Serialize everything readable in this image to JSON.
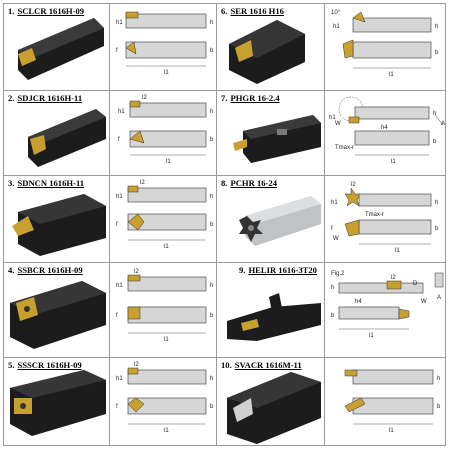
{
  "tools": [
    {
      "num": "1.",
      "code": "SCLCR 1616H-09"
    },
    {
      "num": "2.",
      "code": "SDJCR 1616H-11"
    },
    {
      "num": "3.",
      "code": "SDNCN 1616H-11"
    },
    {
      "num": "4.",
      "code": "SSBCR 1616H-09"
    },
    {
      "num": "5.",
      "code": "SSSCR 1616H-09"
    },
    {
      "num": "6.",
      "code": "SER 1616 H16"
    },
    {
      "num": "7.",
      "code": "PHGR 16-2.4"
    },
    {
      "num": "8.",
      "code": "PCHR 16-24"
    },
    {
      "num": "9.",
      "code": "HELIR 1616-3T20"
    },
    {
      "num": "10.",
      "code": "SVACR 1616M-11"
    }
  ],
  "dims": {
    "h": "h",
    "b": "b",
    "f": "f",
    "l1": "l1",
    "h1": "h1",
    "l2": "l2",
    "h4": "h4",
    "w": "W",
    "a": "A",
    "d": "D",
    "tmax": "Tmax-r",
    "fig": "Fig.2",
    "angle": "10°"
  },
  "colors": {
    "body": "#1c1c1c",
    "insert": "#c8a030",
    "sketch_fill": "#d6d6d6",
    "silver": "#bfc3c6"
  }
}
